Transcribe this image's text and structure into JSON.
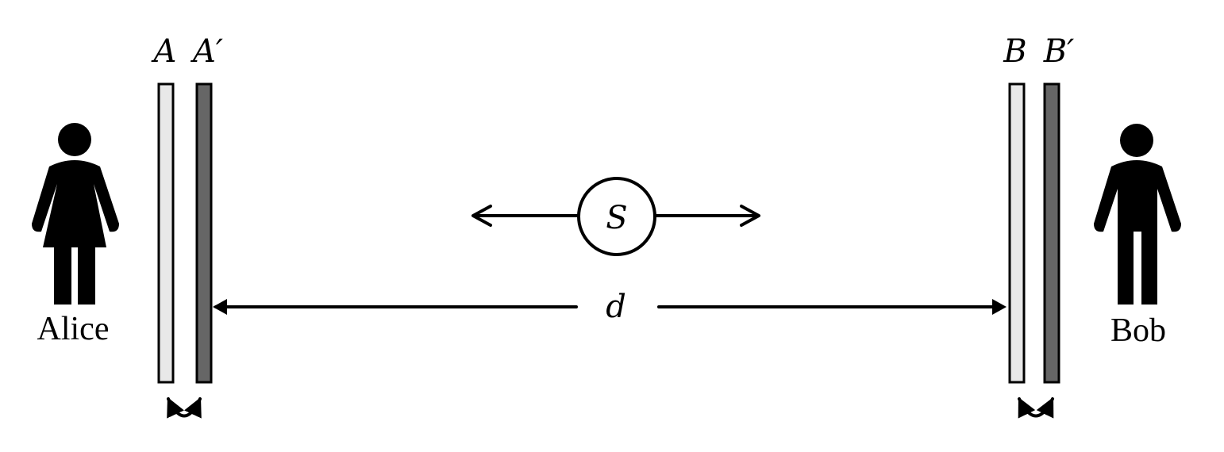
{
  "labels": {
    "plate_a": "A",
    "plate_a_prime": "A′",
    "plate_b": "B",
    "plate_b_prime": "B′",
    "source": "S",
    "distance": "d",
    "alice": "Alice",
    "bob": "Bob"
  },
  "colors": {
    "plate_light": "#e8e8e8",
    "plate_dark": "#666666",
    "ink": "#000000"
  }
}
